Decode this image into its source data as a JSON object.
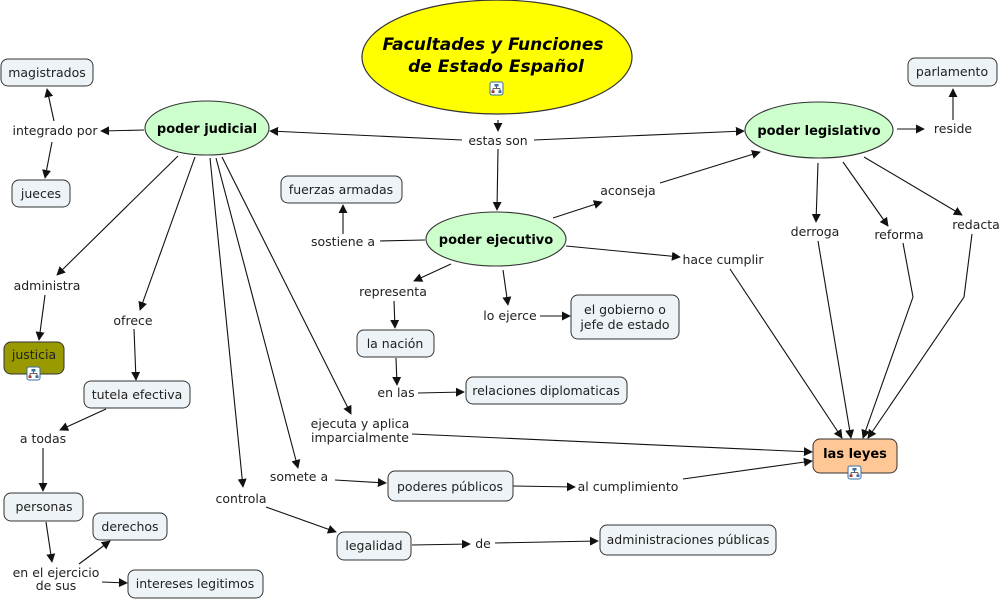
{
  "title": {
    "lines": [
      "Facultades y Funciones",
      "de Estado Español"
    ],
    "has_submap_icon": true
  },
  "colors": {
    "title_fill": "#ffff00",
    "power_fill": "#ccffcc",
    "concept_fill": "#edf3f6",
    "justicia_fill": "#999900",
    "leyes_fill": "#ffc796",
    "stroke": "#111111"
  },
  "powers": {
    "judicial": "poder judicial",
    "ejecutivo": "poder ejecutivo",
    "legislativo": "poder legislativo"
  },
  "concepts": {
    "magistrados": "magistrados",
    "jueces": "jueces",
    "justicia": "justicia",
    "tutela": "tutela efectiva",
    "personas": "personas",
    "derechos": "derechos",
    "intereses": "intereses legitimos",
    "fuerzas": "fuerzas armadas",
    "nacion": "la nación",
    "gobierno": [
      "el gobierno o",
      "jefe de estado"
    ],
    "relaciones": "relaciones diplomaticas",
    "poderes_publicos": "poderes públicos",
    "legalidad": "legalidad",
    "administraciones": "administraciones públicas",
    "parlamento": "parlamento",
    "leyes": "las leyes"
  },
  "links": {
    "estas_son": "estas son",
    "integrado_por": "integrado por",
    "administra": "administra",
    "ofrece": "ofrece",
    "a_todas": "a todas",
    "ejercicio": [
      "en el ejercicio",
      "de sus"
    ],
    "controla": "controla",
    "somete_a": "somete a",
    "ejecuta": [
      "ejecuta y aplica",
      "imparcialmente"
    ],
    "sostiene_a": "sostiene a",
    "representa": "representa",
    "en_las": "en las",
    "lo_ejerce": "lo ejerce",
    "aconseja": "aconseja",
    "hace_cumplir": "hace cumplir",
    "al_cumplimiento": "al cumplimiento",
    "de": "de",
    "reside": "reside",
    "derroga": "derroga",
    "reforma": "reforma",
    "redacta": "redacta"
  },
  "icons": {
    "submap": "submap-icon"
  }
}
